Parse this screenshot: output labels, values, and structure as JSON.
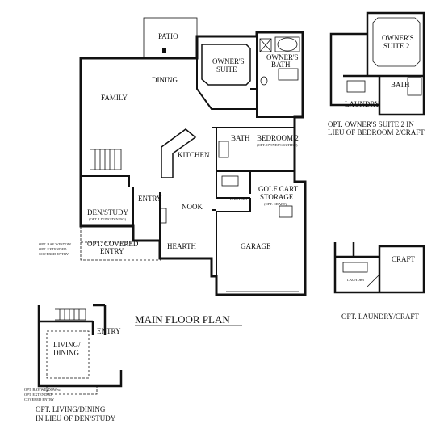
{
  "main_plan": {
    "title": "MAIN FLOOR PLAN",
    "rooms": {
      "patio": "PATIO",
      "dining": "DINING",
      "family": "FAMILY",
      "owners_suite": [
        "OWNER'S",
        "SUITE"
      ],
      "owners_bath": [
        "OWNER'S",
        "BATH"
      ],
      "kitchen": "KITCHEN",
      "bath": "BATH",
      "bedroom2": "BEDROOM 2",
      "bedroom2_note": "(OPT. OWNER'S SUITE 2)",
      "den_study": "DEN/STUDY",
      "den_study_note": "(OPT. LIVING/DINING)",
      "entry": "ENTRY",
      "nook": "NOOK",
      "laundry": "LAUNDRY",
      "golf_cart": [
        "GOLF CART",
        "STORAGE"
      ],
      "golf_cart_note": "(OPT. CRAFT)",
      "hearth": "HEARTH",
      "garage": "GARAGE",
      "opt_covered_entry": [
        "OPT. COVERED",
        "ENTRY"
      ],
      "opt_bay_window": [
        "OPT. BAY WINDOW",
        "OPT. EXTENDED",
        "COVERED ENTRY"
      ]
    }
  },
  "opt_suite": {
    "rooms": {
      "owners_suite2": [
        "OWNER'S",
        "SUITE 2"
      ],
      "bath": "BATH",
      "laundry": "LAUNDRY"
    },
    "caption": [
      "OPT. OWNER'S SUITE 2 IN",
      "LIEU OF BEDROOM 2/CRAFT"
    ]
  },
  "opt_laundry": {
    "rooms": {
      "craft": "CRAFT",
      "laundry": "LAUNDRY"
    },
    "caption": "OPT. LAUNDRY/CRAFT"
  },
  "opt_living": {
    "rooms": {
      "living_dining": [
        "LIVING/",
        "DINING"
      ],
      "entry": "ENTRY",
      "bay": [
        "OPT. BAY WINDOW w/",
        "OPT. EXTENDED",
        "COVERED ENTRY"
      ]
    },
    "caption": [
      "OPT. LIVING/DINING",
      "IN LIEU OF DEN/STUDY"
    ]
  }
}
